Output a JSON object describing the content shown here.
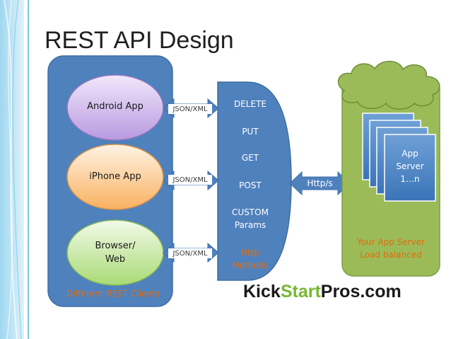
{
  "title": "REST API Design",
  "clients_panel": {
    "caption": "Different REST Clients",
    "clients": [
      {
        "label": "Android App"
      },
      {
        "label": "iPhone App"
      },
      {
        "label": "Browser/\nWeb"
      }
    ]
  },
  "connectors": {
    "client_format": "JSON/XML",
    "server_protocol": "Http/s"
  },
  "gateway": {
    "methods": [
      "DELETE",
      "PUT",
      "GET",
      "POST",
      "CUSTOM\nParams"
    ],
    "footer": "Http\nMethods"
  },
  "server_panel": {
    "stack_label": "App\nServer\n1…n",
    "caption": "Your App Server\nLoad balanced"
  },
  "brand": {
    "part1": "KickStart",
    "part2": "Pros.com"
  },
  "colors": {
    "accent_blue": "#4f81bd",
    "panel_green": "#9bbb59",
    "brand_green": "#77b832",
    "methods_orange": "#e46c0a",
    "caption_orange": "#e46c0a"
  }
}
